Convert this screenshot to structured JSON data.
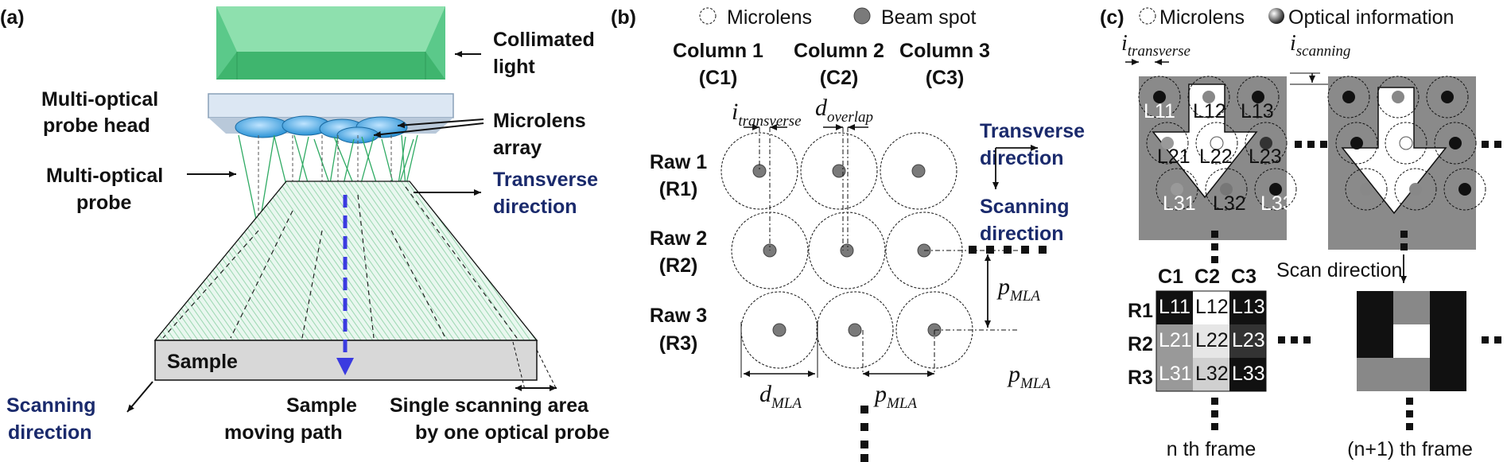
{
  "panel_a": {
    "tag": "(a)",
    "collimated_light": [
      "Collimated",
      "light"
    ],
    "probe_head": [
      "Multi-optical",
      "probe head"
    ],
    "microlens_array": [
      "Microlens",
      "array"
    ],
    "optical_probe": [
      "Multi-optical",
      "probe"
    ],
    "transverse_direction": [
      "Transverse",
      "direction"
    ],
    "sample": "Sample",
    "scanning_direction": [
      "Scanning",
      "direction"
    ],
    "moving_path": [
      "Sample",
      "moving  path"
    ],
    "scan_area": [
      "Single scanning area",
      "by one optical probe"
    ]
  },
  "panel_b": {
    "tag": "(b)",
    "legend_microlens": "Microlens",
    "legend_spot": "Beam spot",
    "columns": [
      [
        "Column 1",
        "(C1)"
      ],
      [
        "Column 2",
        "(C2)"
      ],
      [
        "Column 3",
        "(C3)"
      ]
    ],
    "rows": [
      [
        "Raw 1",
        "(R1)"
      ],
      [
        "Raw 2",
        "(R2)"
      ],
      [
        "Raw 3",
        "(R3)"
      ]
    ],
    "i_main": "i",
    "i_sub": "transverse",
    "d_main": "d",
    "d_sub": "overlap",
    "dmla_main": "d",
    "dmla_sub": "MLA",
    "p_main": "p",
    "p_sub": "MLA",
    "transverse_direction": [
      "Transverse",
      "direction"
    ],
    "scanning_direction": [
      "Scanning",
      "direction"
    ]
  },
  "panel_c": {
    "tag": "(c)",
    "legend_microlens": "Microlens",
    "legend_info": "Optical information",
    "i_t_main": "i",
    "i_t_sub": "transverse",
    "i_s_main": "i",
    "i_s_sub": "scanning",
    "lens_labels": [
      "L11",
      "L12",
      "L13",
      "L21",
      "L22",
      "L23",
      "L31",
      "L32",
      "L33"
    ],
    "scan_direction": "Scan direction",
    "grid_cols": [
      "C1",
      "C2",
      "C3"
    ],
    "grid_rows": [
      "R1",
      "R2",
      "R3"
    ],
    "frame_n": "n th frame",
    "frame_n1": "(n+1) th frame",
    "colors": {
      "gray_bg": "#8a8a8a",
      "navy": "#1a2a6c",
      "green": "#4cc27f",
      "blue_arrow": "#3a3ae0"
    }
  }
}
